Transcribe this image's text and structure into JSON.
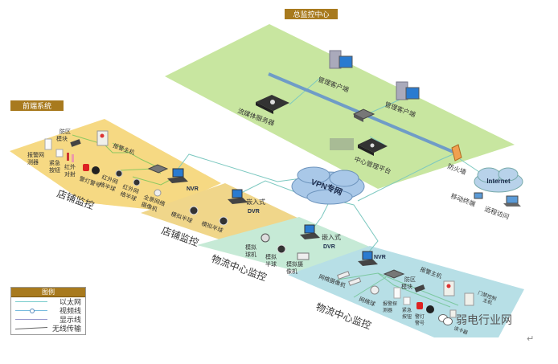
{
  "colors": {
    "central_zone": "#c8e6a0",
    "front_zone_1": "#f5d77a",
    "front_zone_2": "#f0d68a",
    "logistics_zone_1": "#c6ead6",
    "logistics_zone_2": "#b7dfe6",
    "tag_bg": "#a87a1e",
    "backbone": "#6f9cc7",
    "cloud": "#a9c8e8",
    "ethernet_line": "#7cc8c0",
    "firewall": "#f0a050"
  },
  "tags": {
    "central": "总监控中心",
    "frontend": "前端系统"
  },
  "central": {
    "client1": "管理客户端",
    "client2": "管理客户端",
    "stream_server": "流媒体服务器",
    "platform": "中心管理平台",
    "firewall": "防火墙"
  },
  "internet": {
    "cloud": "Internet",
    "mobile": "移动终端",
    "remote": "远程访问"
  },
  "vpn": {
    "cloud": "VPN专网"
  },
  "store1": {
    "title": "店铺监控",
    "alarm_host": "报警主机",
    "zone_module": [
      "防区",
      "模块"
    ],
    "smoke": [
      "报警网",
      "测器"
    ],
    "emergency": [
      "紧急",
      "按钮"
    ],
    "ir": [
      "红外",
      "对射"
    ],
    "siren": "警灯警号",
    "dome1": [
      "红外网",
      "络半球"
    ],
    "dome2": [
      "红外网",
      "络半球"
    ],
    "panorama": [
      "全景网络",
      "摄像机"
    ],
    "nvr": "NVR"
  },
  "store2": {
    "title": "店铺监控",
    "dome1": "模拟半球",
    "dome2": "模拟半球",
    "dvr": [
      "嵌入式",
      "DVR"
    ]
  },
  "logistics1": {
    "title": "物流中心监控",
    "ball": [
      "模拟",
      "球机"
    ],
    "dome": [
      "模拟",
      "半球"
    ],
    "cam": [
      "模拟摄",
      "像机"
    ],
    "dvr": [
      "嵌入式",
      "DVR"
    ]
  },
  "logistics2": {
    "title": "物流中心监控",
    "nvr": "NVR",
    "ipcam": "网络摄像机",
    "ipball": "网络球",
    "alarm_host": "报警主机",
    "zone_module": [
      "防区",
      "模块"
    ],
    "smoke": [
      "报警探",
      "测器"
    ],
    "emergency": [
      "紧急",
      "按钮"
    ],
    "siren": [
      "警灯",
      "警号"
    ],
    "access": [
      "门禁控制",
      "主机"
    ],
    "card": "读卡器"
  },
  "legend": {
    "title": "图例",
    "items": [
      "以太网",
      "视频线",
      "显示线",
      "无线传输"
    ]
  },
  "watermark": "弱电行业网",
  "return_mark": "↵"
}
